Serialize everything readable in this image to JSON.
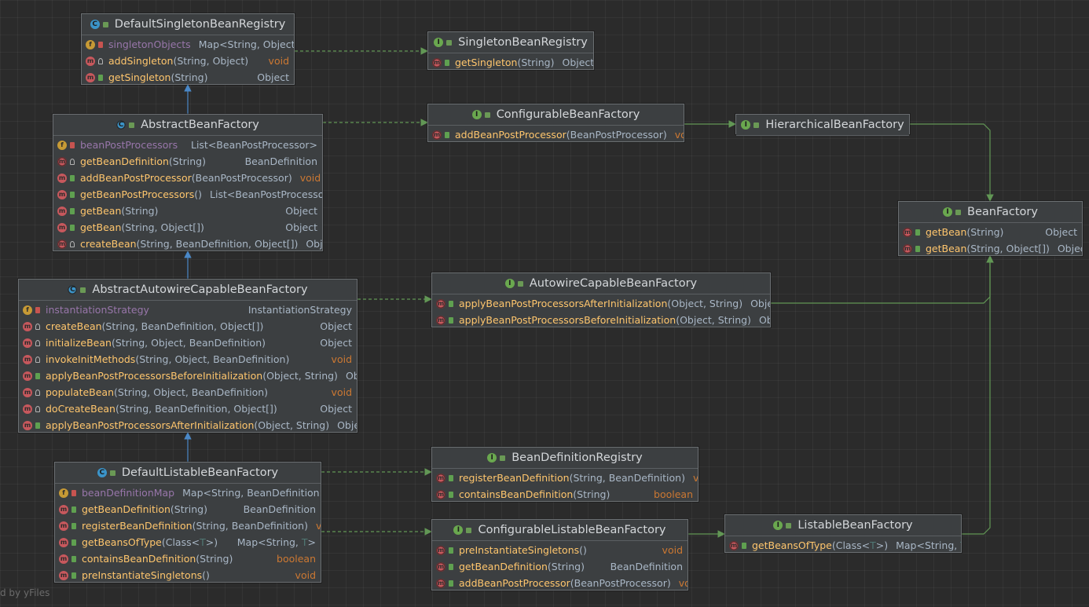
{
  "watermark": "d by yFiles",
  "colors": {
    "implements_edge": "#629755",
    "extends_edge": "#4a88c7"
  },
  "nodes": [
    {
      "id": "DefaultSingletonBeanRegistry",
      "kind": "class",
      "title": "DefaultSingletonBeanRegistry",
      "members": [
        {
          "kind": "field",
          "vis": "private",
          "name": "singletonObjects",
          "params": "",
          "type": "Map<String, Object>"
        },
        {
          "kind": "method",
          "vis": "protected",
          "name": "addSingleton",
          "params": "(String, Object)",
          "type": "void"
        },
        {
          "kind": "method",
          "vis": "public",
          "name": "getSingleton",
          "params": "(String)",
          "type": "Object"
        }
      ]
    },
    {
      "id": "SingletonBeanRegistry",
      "kind": "interface",
      "title": "SingletonBeanRegistry",
      "members": [
        {
          "kind": "abstract-method",
          "vis": "public",
          "name": "getSingleton",
          "params": "(String)",
          "type": "Object"
        }
      ]
    },
    {
      "id": "AbstractBeanFactory",
      "kind": "abstract",
      "title": "AbstractBeanFactory",
      "members": [
        {
          "kind": "field",
          "vis": "private",
          "name": "beanPostProcessors",
          "params": "",
          "type": "List<BeanPostProcessor>"
        },
        {
          "kind": "abstract-method",
          "vis": "protected",
          "name": "getBeanDefinition",
          "params": "(String)",
          "type": "BeanDefinition"
        },
        {
          "kind": "method",
          "vis": "public",
          "name": "addBeanPostProcessor",
          "params": "(BeanPostProcessor)",
          "type": "void"
        },
        {
          "kind": "method",
          "vis": "public",
          "name": "getBeanPostProcessors",
          "params": "()",
          "type": "List<BeanPostProcessor>"
        },
        {
          "kind": "method",
          "vis": "public",
          "name": "getBean",
          "params": "(String)",
          "type": "Object"
        },
        {
          "kind": "method",
          "vis": "public",
          "name": "getBean",
          "params": "(String, Object[])",
          "type": "Object"
        },
        {
          "kind": "abstract-method",
          "vis": "protected",
          "name": "createBean",
          "params": "(String, BeanDefinition, Object[])",
          "type": "Object"
        }
      ]
    },
    {
      "id": "ConfigurableBeanFactory",
      "kind": "interface",
      "title": "ConfigurableBeanFactory",
      "members": [
        {
          "kind": "abstract-method",
          "vis": "public",
          "name": "addBeanPostProcessor",
          "params": "(BeanPostProcessor)",
          "type": "void"
        }
      ]
    },
    {
      "id": "HierarchicalBeanFactory",
      "kind": "interface",
      "title": "HierarchicalBeanFactory",
      "members": []
    },
    {
      "id": "BeanFactory",
      "kind": "interface",
      "title": "BeanFactory",
      "members": [
        {
          "kind": "abstract-method",
          "vis": "public",
          "name": "getBean",
          "params": "(String)",
          "type": "Object"
        },
        {
          "kind": "abstract-method",
          "vis": "public",
          "name": "getBean",
          "params": "(String, Object[])",
          "type": "Object"
        }
      ]
    },
    {
      "id": "AbstractAutowireCapableBeanFactory",
      "kind": "abstract",
      "title": "AbstractAutowireCapableBeanFactory",
      "members": [
        {
          "kind": "field",
          "vis": "private",
          "name": "instantiationStrategy",
          "params": "",
          "type": "InstantiationStrategy"
        },
        {
          "kind": "method",
          "vis": "protected",
          "name": "createBean",
          "params": "(String, BeanDefinition, Object[])",
          "type": "Object"
        },
        {
          "kind": "method",
          "vis": "protected",
          "name": "initializeBean",
          "params": "(String, Object, BeanDefinition)",
          "type": "Object"
        },
        {
          "kind": "method",
          "vis": "protected",
          "name": "invokeInitMethods",
          "params": "(String, Object, BeanDefinition)",
          "type": "void"
        },
        {
          "kind": "method",
          "vis": "public",
          "name": "applyBeanPostProcessorsBeforeInitialization",
          "params": "(Object, String)",
          "type": "Object"
        },
        {
          "kind": "method",
          "vis": "protected",
          "name": "populateBean",
          "params": "(String, Object, BeanDefinition)",
          "type": "void"
        },
        {
          "kind": "method",
          "vis": "protected",
          "name": "doCreateBean",
          "params": "(String, BeanDefinition, Object[])",
          "type": "Object"
        },
        {
          "kind": "method",
          "vis": "public",
          "name": "applyBeanPostProcessorsAfterInitialization",
          "params": "(Object, String)",
          "type": "Object"
        }
      ]
    },
    {
      "id": "AutowireCapableBeanFactory",
      "kind": "interface",
      "title": "AutowireCapableBeanFactory",
      "members": [
        {
          "kind": "abstract-method",
          "vis": "public",
          "name": "applyBeanPostProcessorsAfterInitialization",
          "params": "(Object, String)",
          "type": "Object"
        },
        {
          "kind": "abstract-method",
          "vis": "public",
          "name": "applyBeanPostProcessorsBeforeInitialization",
          "params": "(Object, String)",
          "type": "Object"
        }
      ]
    },
    {
      "id": "DefaultListableBeanFactory",
      "kind": "class",
      "title": "DefaultListableBeanFactory",
      "members": [
        {
          "kind": "field",
          "vis": "private",
          "name": "beanDefinitionMap",
          "params": "",
          "type": "Map<String, BeanDefinition>"
        },
        {
          "kind": "method",
          "vis": "public",
          "name": "getBeanDefinition",
          "params": "(String)",
          "type": "BeanDefinition"
        },
        {
          "kind": "method",
          "vis": "public",
          "name": "registerBeanDefinition",
          "params": "(String, BeanDefinition)",
          "type": "void"
        },
        {
          "kind": "method",
          "vis": "public",
          "name": "getBeansOfType",
          "params": "(Class<T>)",
          "type": "Map<String, T>"
        },
        {
          "kind": "method",
          "vis": "public",
          "name": "containsBeanDefinition",
          "params": "(String)",
          "type": "boolean"
        },
        {
          "kind": "method",
          "vis": "public",
          "name": "preInstantiateSingletons",
          "params": "()",
          "type": "void"
        }
      ]
    },
    {
      "id": "BeanDefinitionRegistry",
      "kind": "interface",
      "title": "BeanDefinitionRegistry",
      "members": [
        {
          "kind": "abstract-method",
          "vis": "public",
          "name": "registerBeanDefinition",
          "params": "(String, BeanDefinition)",
          "type": "void"
        },
        {
          "kind": "abstract-method",
          "vis": "public",
          "name": "containsBeanDefinition",
          "params": "(String)",
          "type": "boolean"
        }
      ]
    },
    {
      "id": "ConfigurableListableBeanFactory",
      "kind": "interface",
      "title": "ConfigurableListableBeanFactory",
      "members": [
        {
          "kind": "abstract-method",
          "vis": "public",
          "name": "preInstantiateSingletons",
          "params": "()",
          "type": "void"
        },
        {
          "kind": "abstract-method",
          "vis": "public",
          "name": "getBeanDefinition",
          "params": "(String)",
          "type": "BeanDefinition"
        },
        {
          "kind": "abstract-method",
          "vis": "public",
          "name": "addBeanPostProcessor",
          "params": "(BeanPostProcessor)",
          "type": "void"
        }
      ]
    },
    {
      "id": "ListableBeanFactory",
      "kind": "interface",
      "title": "ListableBeanFactory",
      "members": [
        {
          "kind": "abstract-method",
          "vis": "public",
          "name": "getBeansOfType",
          "params": "(Class<T>)",
          "type": "Map<String, T>"
        }
      ]
    }
  ],
  "edges": [
    {
      "from": "DefaultSingletonBeanRegistry",
      "to": "SingletonBeanRegistry",
      "kind": "implements"
    },
    {
      "from": "AbstractBeanFactory",
      "to": "DefaultSingletonBeanRegistry",
      "kind": "extends"
    },
    {
      "from": "AbstractBeanFactory",
      "to": "ConfigurableBeanFactory",
      "kind": "implements"
    },
    {
      "from": "ConfigurableBeanFactory",
      "to": "HierarchicalBeanFactory",
      "kind": "interface-extends"
    },
    {
      "from": "HierarchicalBeanFactory",
      "to": "BeanFactory",
      "kind": "interface-extends"
    },
    {
      "from": "AbstractAutowireCapableBeanFactory",
      "to": "AbstractBeanFactory",
      "kind": "extends"
    },
    {
      "from": "AbstractAutowireCapableBeanFactory",
      "to": "AutowireCapableBeanFactory",
      "kind": "implements"
    },
    {
      "from": "AutowireCapableBeanFactory",
      "to": "BeanFactory",
      "kind": "interface-extends"
    },
    {
      "from": "DefaultListableBeanFactory",
      "to": "AbstractAutowireCapableBeanFactory",
      "kind": "extends"
    },
    {
      "from": "DefaultListableBeanFactory",
      "to": "BeanDefinitionRegistry",
      "kind": "implements"
    },
    {
      "from": "DefaultListableBeanFactory",
      "to": "ConfigurableListableBeanFactory",
      "kind": "implements"
    },
    {
      "from": "ConfigurableListableBeanFactory",
      "to": "ListableBeanFactory",
      "kind": "interface-extends"
    },
    {
      "from": "ListableBeanFactory",
      "to": "BeanFactory",
      "kind": "interface-extends"
    }
  ]
}
